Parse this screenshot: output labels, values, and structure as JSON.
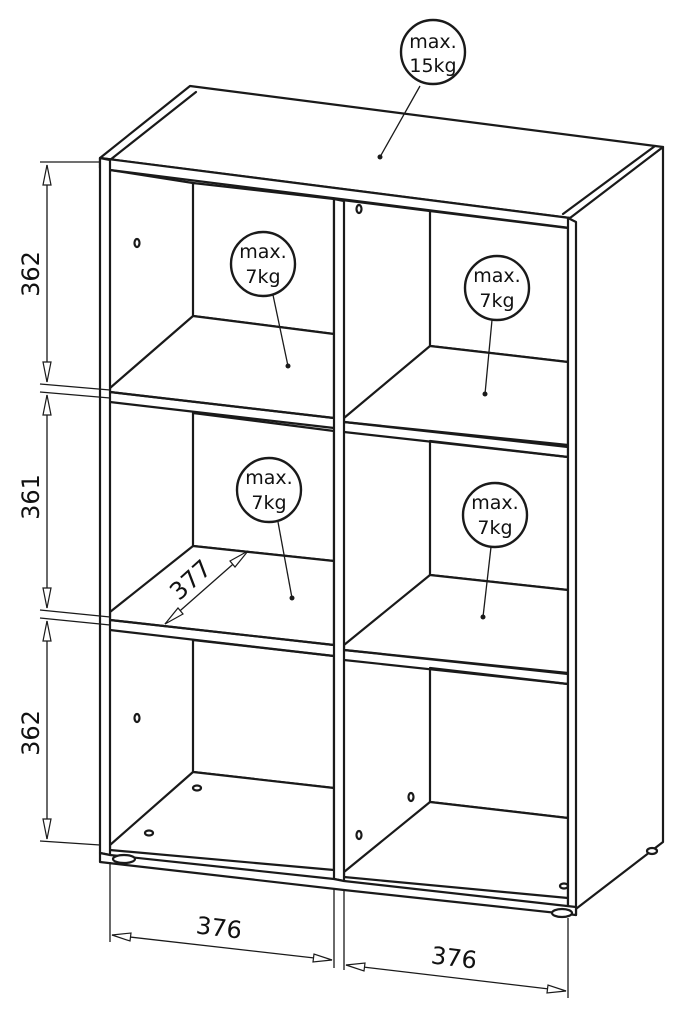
{
  "callouts": [
    {
      "id": "top",
      "line1": "max.",
      "line2": "15kg"
    },
    {
      "id": "shelf-top-left",
      "line1": "max.",
      "line2": "7kg"
    },
    {
      "id": "shelf-top-right",
      "line1": "max.",
      "line2": "7kg"
    },
    {
      "id": "shelf-mid-left",
      "line1": "max.",
      "line2": "7kg"
    },
    {
      "id": "shelf-mid-right",
      "line1": "max.",
      "line2": "7kg"
    }
  ],
  "dimensions": {
    "height_top": "362",
    "height_middle": "361",
    "height_bottom": "362",
    "depth": "377",
    "width_left": "376",
    "width_right": "376"
  }
}
